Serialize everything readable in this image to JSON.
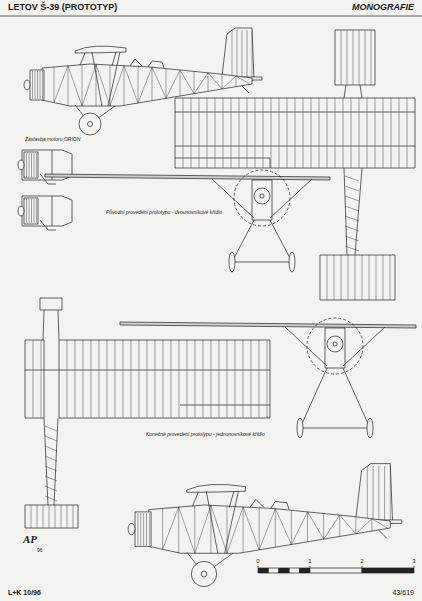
{
  "diagram": {
    "title": "LETOV Š-39 (PROTOTYP)",
    "labels": [
      "MONOGRAFIE",
      "Zástavba motoru ORION",
      "Původní provedení prototypu - dvounosníkové křídlo",
      "Konečné provedení prototypu - jednonosníkové křídlo",
      "0",
      "1",
      "2",
      "3",
      "L+K 10/96",
      "43/619",
      "AP",
      "96"
    ]
  }
}
